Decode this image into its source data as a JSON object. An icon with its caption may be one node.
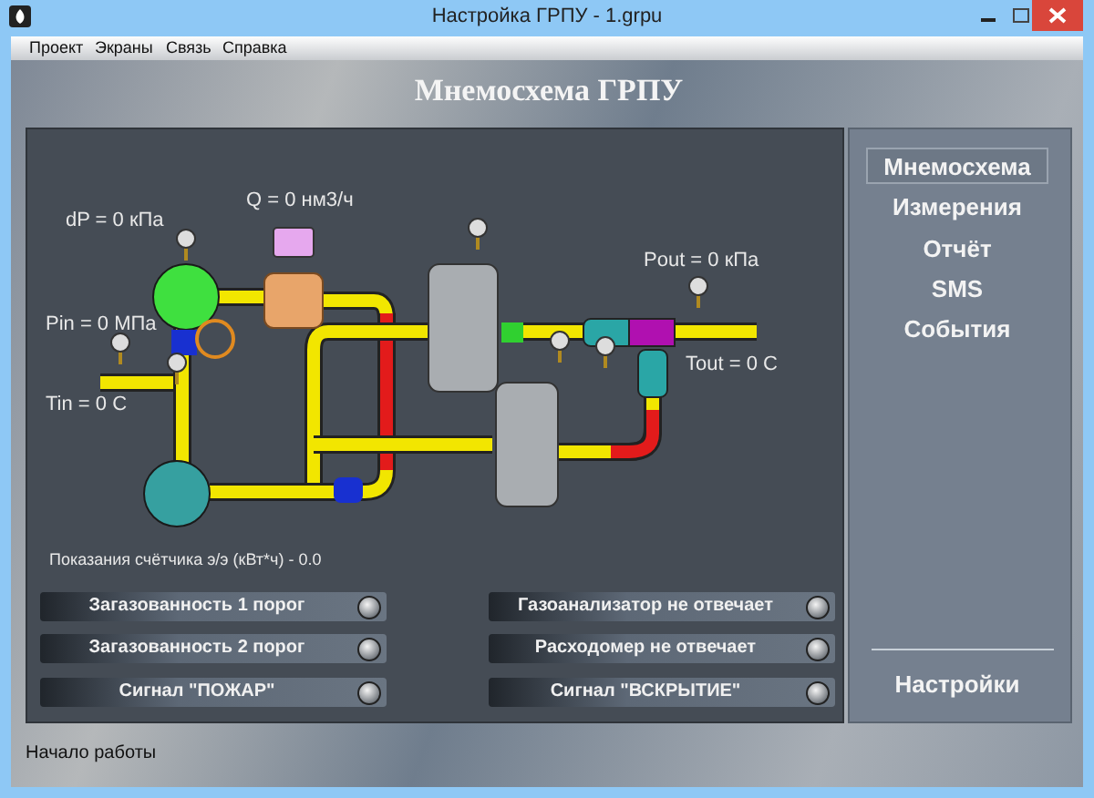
{
  "diagram": {
    "title": "Мнемосхема ГРПУ",
    "labels": [
      "Настройка ГРПУ - 1.grpu",
      "Проект",
      "Экраны",
      "Связь",
      "Справка",
      "Q = 0 нм3/ч",
      "dP =  0 кПа",
      "Pin =  0 МПа",
      "Pout =  0 кПа",
      "Tout =  0 C",
      "Tin = 0 C",
      "Показания счётчика э/э (кВт*ч) - 0.0",
      "Мнемосхема",
      "Измерения",
      "Отчёт",
      "SMS",
      "События",
      "Загазованность 1 порог",
      "Газоанализатор не отвечает",
      "Загазованность 2 порог",
      "Расходомер не отвечает",
      "Сигнал \"ПОЖАР\"",
      "Сигнал \"ВСКРЫТИЕ\"",
      "Настройки",
      "Начало работы"
    ]
  }
}
